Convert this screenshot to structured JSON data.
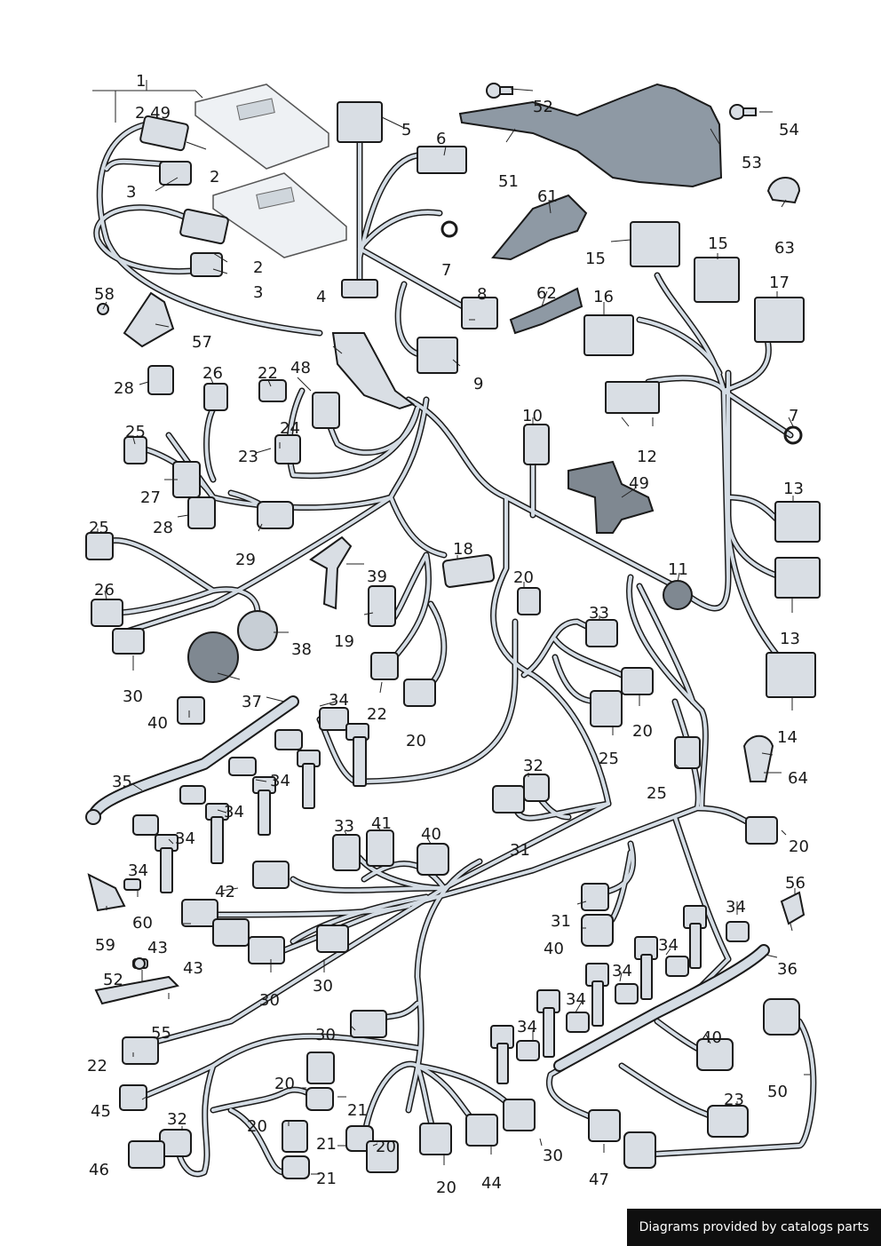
{
  "footer": {
    "credit": "Diagrams provided by catalogs parts"
  },
  "callouts": [
    {
      "id": "c1",
      "text": "1"
    },
    {
      "id": "c249",
      "text": "2 49"
    },
    {
      "id": "c2a",
      "text": "2"
    },
    {
      "id": "c3a",
      "text": "3"
    },
    {
      "id": "c2b",
      "text": "2"
    },
    {
      "id": "c3b",
      "text": "3"
    },
    {
      "id": "c5",
      "text": "5"
    },
    {
      "id": "c6",
      "text": "6"
    },
    {
      "id": "c7a",
      "text": "7"
    },
    {
      "id": "c4",
      "text": "4"
    },
    {
      "id": "c8",
      "text": "8"
    },
    {
      "id": "c9",
      "text": "9"
    },
    {
      "id": "c52a",
      "text": "52"
    },
    {
      "id": "c51",
      "text": "51"
    },
    {
      "id": "c53",
      "text": "53"
    },
    {
      "id": "c54",
      "text": "54"
    },
    {
      "id": "c63",
      "text": "63"
    },
    {
      "id": "c61",
      "text": "61"
    },
    {
      "id": "c62",
      "text": "62"
    },
    {
      "id": "c15a",
      "text": "15"
    },
    {
      "id": "c15b",
      "text": "15"
    },
    {
      "id": "c16",
      "text": "16"
    },
    {
      "id": "c17",
      "text": "17"
    },
    {
      "id": "c7b",
      "text": "7"
    },
    {
      "id": "c12",
      "text": "12"
    },
    {
      "id": "c58",
      "text": "58"
    },
    {
      "id": "c57",
      "text": "57"
    },
    {
      "id": "c28a",
      "text": "28"
    },
    {
      "id": "c26a",
      "text": "26"
    },
    {
      "id": "c22a",
      "text": "22"
    },
    {
      "id": "c48",
      "text": "48"
    },
    {
      "id": "c24",
      "text": "24"
    },
    {
      "id": "c23a",
      "text": "23"
    },
    {
      "id": "c25a",
      "text": "25"
    },
    {
      "id": "c27",
      "text": "27"
    },
    {
      "id": "c28b",
      "text": "28"
    },
    {
      "id": "c10",
      "text": "10"
    },
    {
      "id": "c49",
      "text": "49"
    },
    {
      "id": "c13a",
      "text": "13"
    },
    {
      "id": "c25b",
      "text": "25"
    },
    {
      "id": "c29",
      "text": "29"
    },
    {
      "id": "c39",
      "text": "39"
    },
    {
      "id": "c18",
      "text": "18"
    },
    {
      "id": "c11",
      "text": "11"
    },
    {
      "id": "c26b",
      "text": "26"
    },
    {
      "id": "c19",
      "text": "19"
    },
    {
      "id": "c38",
      "text": "38"
    },
    {
      "id": "c20a",
      "text": "20"
    },
    {
      "id": "c33a",
      "text": "33"
    },
    {
      "id": "c13b",
      "text": "13"
    },
    {
      "id": "c30a",
      "text": "30"
    },
    {
      "id": "c37",
      "text": "37"
    },
    {
      "id": "c34a",
      "text": "34"
    },
    {
      "id": "c22b",
      "text": "22"
    },
    {
      "id": "c40a",
      "text": "40"
    },
    {
      "id": "c20b",
      "text": "20"
    },
    {
      "id": "c20c",
      "text": "20"
    },
    {
      "id": "c25c",
      "text": "25"
    },
    {
      "id": "c14",
      "text": "14"
    },
    {
      "id": "c35",
      "text": "35"
    },
    {
      "id": "c34b",
      "text": "34"
    },
    {
      "id": "c32a",
      "text": "32"
    },
    {
      "id": "c64",
      "text": "64"
    },
    {
      "id": "c34c",
      "text": "34"
    },
    {
      "id": "c25d",
      "text": "25"
    },
    {
      "id": "c33b",
      "text": "33"
    },
    {
      "id": "c41",
      "text": "41"
    },
    {
      "id": "c34d",
      "text": "34"
    },
    {
      "id": "c40b",
      "text": "40"
    },
    {
      "id": "c31a",
      "text": "31"
    },
    {
      "id": "c20d",
      "text": "20"
    },
    {
      "id": "c34e",
      "text": "34"
    },
    {
      "id": "c42",
      "text": "42"
    },
    {
      "id": "c60",
      "text": "60"
    },
    {
      "id": "c56",
      "text": "56"
    },
    {
      "id": "c59",
      "text": "59"
    },
    {
      "id": "c31b",
      "text": "31"
    },
    {
      "id": "c34f",
      "text": "34"
    },
    {
      "id": "c43a",
      "text": "43"
    },
    {
      "id": "c40c",
      "text": "40"
    },
    {
      "id": "c43b",
      "text": "43"
    },
    {
      "id": "c34g",
      "text": "34"
    },
    {
      "id": "c36",
      "text": "36"
    },
    {
      "id": "c52b",
      "text": "52"
    },
    {
      "id": "c30b",
      "text": "30"
    },
    {
      "id": "c34h",
      "text": "34"
    },
    {
      "id": "c30c",
      "text": "30"
    },
    {
      "id": "c34i",
      "text": "34"
    },
    {
      "id": "c30d",
      "text": "30"
    },
    {
      "id": "c55",
      "text": "55"
    },
    {
      "id": "c34j",
      "text": "34"
    },
    {
      "id": "c40d",
      "text": "40"
    },
    {
      "id": "c22c",
      "text": "22"
    },
    {
      "id": "c50",
      "text": "50"
    },
    {
      "id": "c20e",
      "text": "20"
    },
    {
      "id": "c45",
      "text": "45"
    },
    {
      "id": "c21a",
      "text": "21"
    },
    {
      "id": "c23b",
      "text": "23"
    },
    {
      "id": "c32b",
      "text": "32"
    },
    {
      "id": "c20f",
      "text": "20"
    },
    {
      "id": "c21b",
      "text": "21"
    },
    {
      "id": "c20g",
      "text": "20"
    },
    {
      "id": "c46",
      "text": "46"
    },
    {
      "id": "c21c",
      "text": "21"
    },
    {
      "id": "c30e",
      "text": "30"
    },
    {
      "id": "c20h",
      "text": "20"
    },
    {
      "id": "c44",
      "text": "44"
    },
    {
      "id": "c47",
      "text": "47"
    }
  ]
}
